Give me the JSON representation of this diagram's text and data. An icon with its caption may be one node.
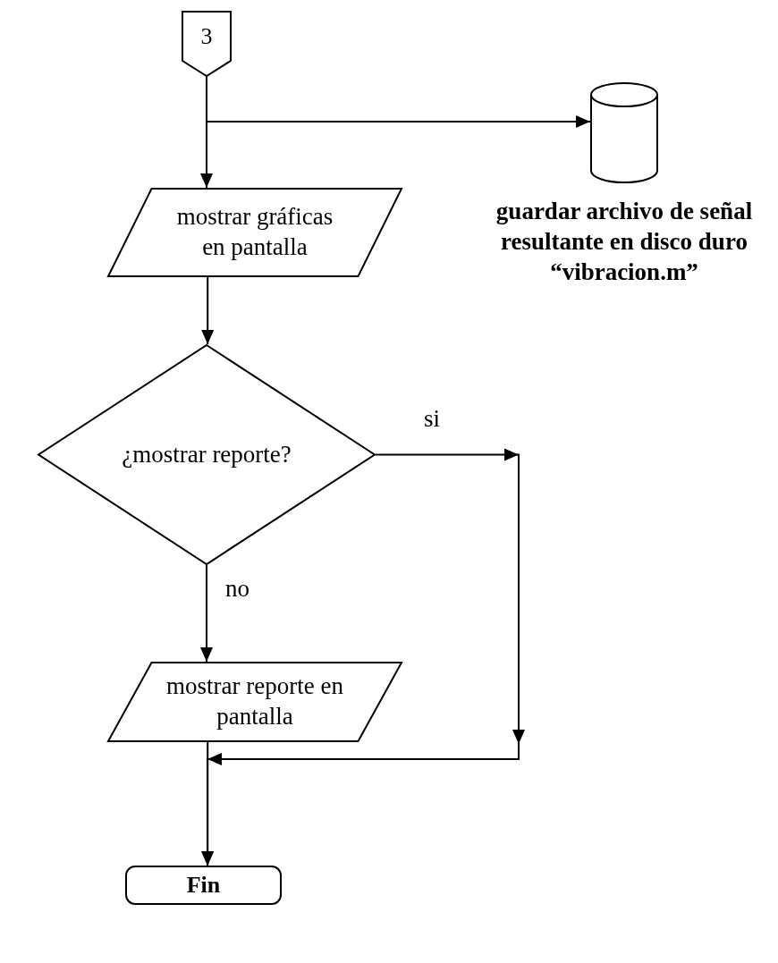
{
  "diagram": {
    "nodes": [
      {
        "text": [
          "3"
        ]
      },
      {
        "text": [
          "mostrar gráficas en pantalla"
        ]
      },
      {
        "text": [],
        "shape": "cylinder",
        "beside": [
          "guardar archivo de señal resultante en disco duro “vibracion.m”"
        ]
      },
      {
        "text": [
          "¿mostrar reporte?"
        ]
      },
      {
        "text": [
          "mostrar reporte en pantalla"
        ]
      },
      {
        "text": [
          "Fin"
        ]
      }
    ],
    "edges": [
      {
        "from": 0,
        "to": 1,
        "arrow": "to"
      },
      {
        "from": 0,
        "to": 2,
        "arrow": "to"
      },
      {
        "from": 1,
        "to": 3,
        "arrow": "to"
      },
      {
        "from": 3,
        "to": 5,
        "arrow": "to",
        "label": "si"
      },
      {
        "from": 3,
        "to": 4,
        "arrow": "to",
        "label": "no"
      },
      {
        "from": 4,
        "to": 5,
        "arrow": "to"
      }
    ]
  }
}
